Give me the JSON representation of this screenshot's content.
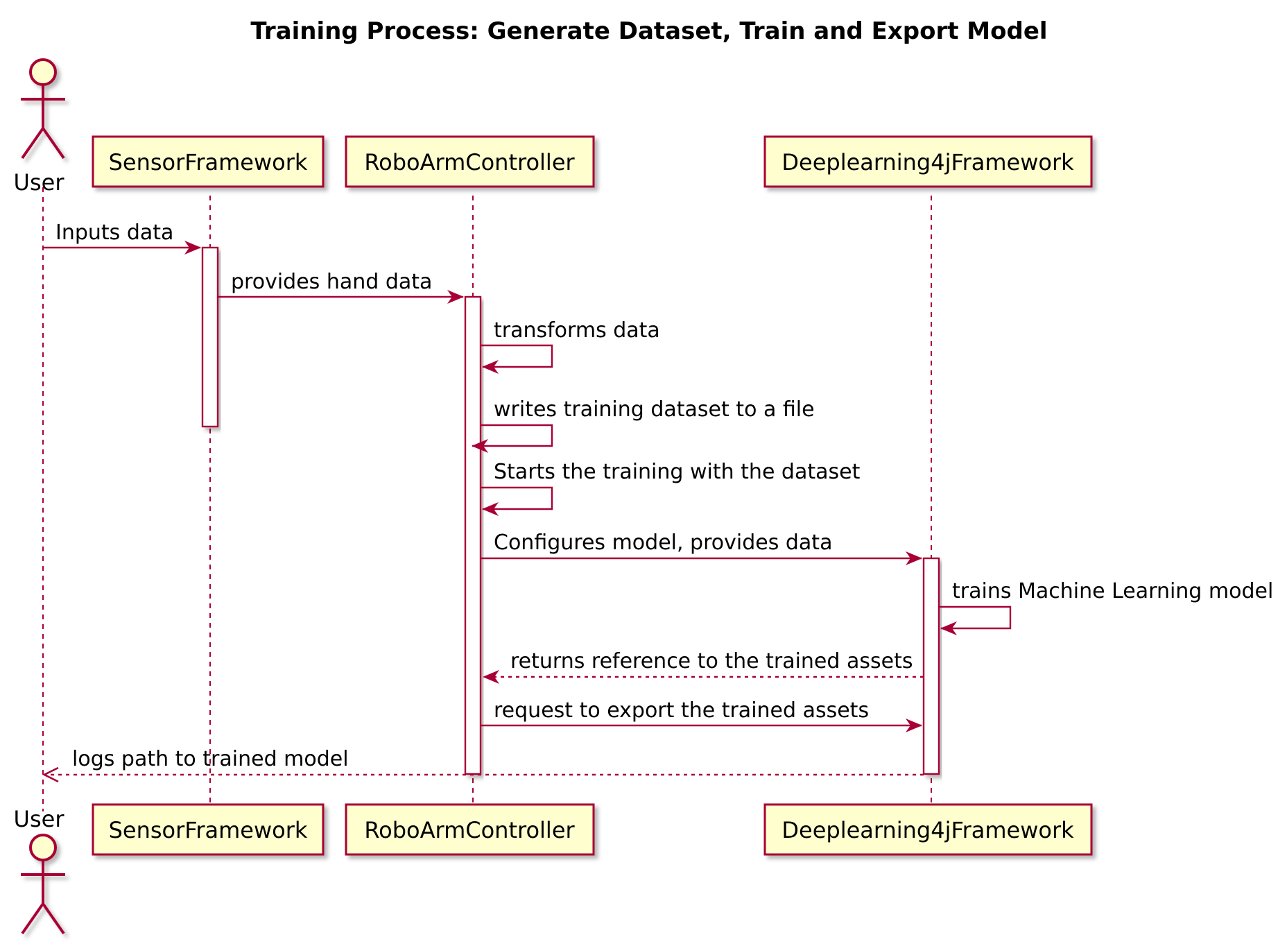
{
  "title": "Training Process: Generate Dataset, Train and Export Model",
  "colors": {
    "line": "#A80036",
    "box_fill": "#FEFECE",
    "activation_fill": "#FFFFFF",
    "text": "#000000"
  },
  "participants": [
    {
      "id": "user",
      "label": "User",
      "kind": "actor"
    },
    {
      "id": "sensor",
      "label": "SensorFramework",
      "kind": "participant"
    },
    {
      "id": "robo",
      "label": "RoboArmController",
      "kind": "participant"
    },
    {
      "id": "dl4j",
      "label": "Deeplearning4jFramework",
      "kind": "participant"
    }
  ],
  "messages": [
    {
      "from": "user",
      "to": "sensor",
      "label": "Inputs data",
      "style": "solid"
    },
    {
      "from": "sensor",
      "to": "robo",
      "label": "provides hand data",
      "style": "solid"
    },
    {
      "from": "robo",
      "to": "robo",
      "label": "transforms data",
      "style": "solid"
    },
    {
      "from": "robo",
      "to": "robo",
      "label": "writes training dataset to a file",
      "style": "solid"
    },
    {
      "from": "robo",
      "to": "robo",
      "label": "Starts the training with the dataset",
      "style": "solid"
    },
    {
      "from": "robo",
      "to": "dl4j",
      "label": "Configures model, provides data",
      "style": "solid"
    },
    {
      "from": "dl4j",
      "to": "dl4j",
      "label": "trains Machine Learning model",
      "style": "solid"
    },
    {
      "from": "dl4j",
      "to": "robo",
      "label": "returns reference to the trained assets",
      "style": "dotted"
    },
    {
      "from": "robo",
      "to": "dl4j",
      "label": "request to export the trained assets",
      "style": "solid"
    },
    {
      "from": "dl4j",
      "to": "user",
      "label": "logs  path to trained model",
      "style": "dotted"
    }
  ]
}
